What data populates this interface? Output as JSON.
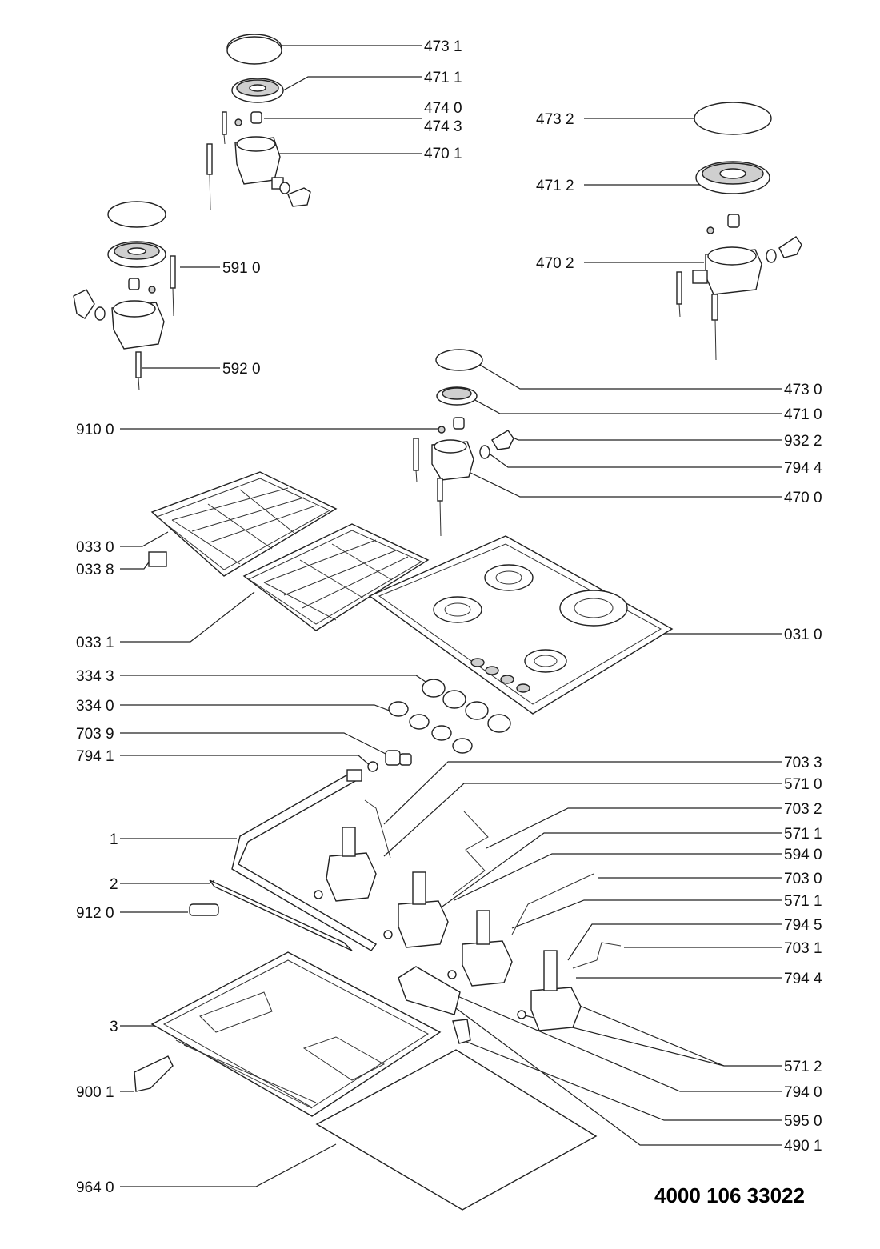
{
  "document_number": "4000 106 33022",
  "labels": {
    "l_4731": "473 1",
    "l_4711": "471 1",
    "l_4740": "474 0",
    "l_4743": "474 3",
    "l_4701": "470 1",
    "l_4732": "473 2",
    "l_4712": "471 2",
    "l_4702": "470 2",
    "l_5910": "591 0",
    "l_5920": "592 0",
    "l_4730": "473 0",
    "l_4710": "471 0",
    "l_9100": "910 0",
    "l_9322": "932 2",
    "l_7944a": "794 4",
    "l_4700": "470 0",
    "l_0330": "033 0",
    "l_0338": "033 8",
    "l_0331": "033 1",
    "l_0310": "031 0",
    "l_3343": "334 3",
    "l_3340": "334 0",
    "l_7039": "703 9",
    "l_7941": "794 1",
    "l_7033": "703 3",
    "l_5710": "571 0",
    "l_7032": "703 2",
    "l_5711a": "571 1",
    "l_5940": "594 0",
    "l_7030": "703 0",
    "l_5711b": "571 1",
    "l_7945": "794 5",
    "l_7031": "703 1",
    "l_7944b": "794 4",
    "l_1": "1",
    "l_2": "2",
    "l_9120": "912 0",
    "l_3": "3",
    "l_5712": "571 2",
    "l_7940": "794 0",
    "l_9001": "900 1",
    "l_5950": "595 0",
    "l_4901": "490 1",
    "l_9640": "964 0"
  }
}
